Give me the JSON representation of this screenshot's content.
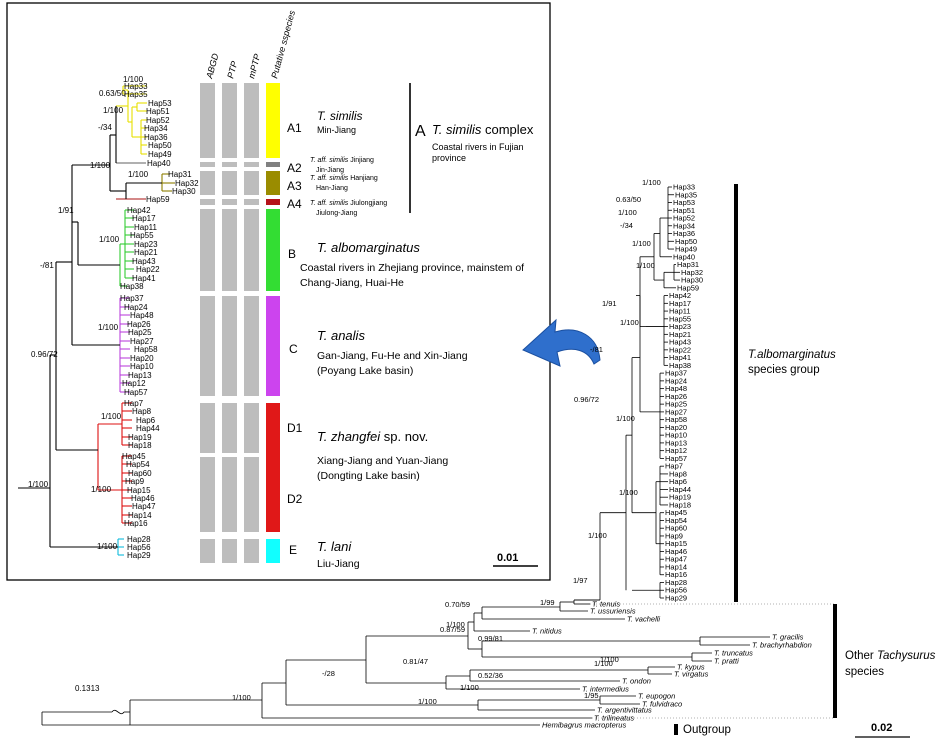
{
  "inset": {
    "columns": [
      "ABGD",
      "PTP",
      "mPTP",
      "Putative sspecies"
    ],
    "blocks": [
      {
        "id": "A1",
        "color": "#ffff00",
        "title": "T. similis",
        "subtitle": "Min-Jiang"
      },
      {
        "id": "A2",
        "color": "#808080",
        "title": "T. aff. similis",
        "title_suffix": "Jinjiang",
        "subtitle": "Jin-Jiang"
      },
      {
        "id": "A3",
        "color": "#9a8c00",
        "title": "T. aff. similis",
        "title_suffix": "Hanjiang",
        "subtitle": "Han-Jiang"
      },
      {
        "id": "A4",
        "color": "#b5121b",
        "title": "T. aff. similis",
        "title_suffix": "Jiulongjiang",
        "subtitle": "Jiulong-Jiang"
      },
      {
        "id": "B",
        "color": "#33dd33",
        "title": "T. albomarginatus",
        "subtitle": "Coastal rivers in Zhejiang province, mainstem of",
        "subtitle2": "Chang-Jiang, Huai-He"
      },
      {
        "id": "C",
        "color": "#cc44ee",
        "title": "T. analis",
        "subtitle": "Gan-Jiang, Fu-He and Xin-Jiang",
        "subtitle2": "(Poyang Lake basin)"
      },
      {
        "id": "D1",
        "color": "#e01818",
        "title": "T. zhangfei",
        "title_suffix": "sp. nov.",
        "subtitle": "Xiang-Jiang and Yuan-Jiang",
        "subtitle2": "(Dongting Lake basin)"
      },
      {
        "id": "D2",
        "color": "#e01818"
      },
      {
        "id": "E",
        "color": "#11ffff",
        "title": "T. lani",
        "subtitle": "Liu-Jiang"
      }
    ],
    "complex": {
      "letter": "A",
      "title": "T. similis",
      "title_suffix": "complex",
      "line1": "Coastal  rivers in Fujian",
      "line2": "province"
    },
    "clades": [
      {
        "color": "#e8e000",
        "labels": [
          "Hap33",
          "Hap35",
          "Hap53",
          "Hap51",
          "Hap52",
          "Hap34",
          "Hap36",
          "Hap50",
          "Hap49"
        ]
      },
      {
        "color": "#606060",
        "labels": [
          "Hap40"
        ]
      },
      {
        "color": "#8c7d00",
        "labels": [
          "Hap31",
          "Hap32",
          "Hap30"
        ]
      },
      {
        "color": "#aa1111",
        "labels": [
          "Hap59"
        ]
      },
      {
        "color": "#33cc33",
        "labels": [
          "Hap42",
          "Hap17",
          "Hap11",
          "Hap55",
          "Hap23",
          "Hap21",
          "Hap43",
          "Hap22",
          "Hap41",
          "Hap38"
        ]
      },
      {
        "color": "#bb44dd",
        "labels": [
          "Hap37",
          "Hap24",
          "Hap48",
          "Hap26",
          "Hap25",
          "Hap27",
          "Hap58",
          "Hap20",
          "Hap10",
          "Hap13",
          "Hap12",
          "Hap57"
        ]
      },
      {
        "color": "#dd1111",
        "labels": [
          "Hap7",
          "Hap8",
          "Hap6",
          "Hap44",
          "Hap19",
          "Hap18",
          "Hap45",
          "Hap54",
          "Hap60",
          "Hap9",
          "Hap15",
          "Hap46",
          "Hap47",
          "Hap14",
          "Hap16"
        ]
      },
      {
        "color": "#11bbdd",
        "labels": [
          "Hap28",
          "Hap56",
          "Hap29"
        ]
      }
    ],
    "supports": [
      "1/100",
      "0.63/50",
      "1/100",
      "-/34",
      "1/100",
      "1/100",
      "1/91",
      "1/100",
      "-/81",
      "1/100",
      "0.96/72",
      "1/100",
      "1/100",
      "1/100",
      "1/100"
    ],
    "scale": "0.01"
  },
  "main": {
    "tips": [
      "Hap33",
      "Hap35",
      "Hap53",
      "Hap51",
      "Hap52",
      "Hap34",
      "Hap36",
      "Hap50",
      "Hap49",
      "Hap40",
      "Hap31",
      "Hap32",
      "Hap30",
      "Hap59",
      "Hap42",
      "Hap17",
      "Hap11",
      "Hap55",
      "Hap23",
      "Hap21",
      "Hap43",
      "Hap22",
      "Hap41",
      "Hap38",
      "Hap37",
      "Hap24",
      "Hap48",
      "Hap26",
      "Hap25",
      "Hap27",
      "Hap58",
      "Hap20",
      "Hap10",
      "Hap13",
      "Hap12",
      "Hap57",
      "Hap7",
      "Hap8",
      "Hap6",
      "Hap44",
      "Hap19",
      "Hap18",
      "Hap45",
      "Hap54",
      "Hap60",
      "Hap9",
      "Hap15",
      "Hap46",
      "Hap47",
      "Hap14",
      "Hap16",
      "Hap28",
      "Hap56",
      "Hap29"
    ],
    "supports": [
      "1/100",
      "0.63/50",
      "1/100",
      "-/34",
      "1/100",
      "1/100",
      "1/91",
      "1/100",
      "-/81",
      "0.96/72",
      "1/100",
      "1/100",
      "1/100",
      "1/97"
    ],
    "group_label": "T.albomarginatus",
    "group_label2": "species group",
    "outgroup_taxa": [
      "T. tenuis",
      "T. ussuriensis",
      "T. vachelli",
      "T. nitidus",
      "T. gracilis",
      "T. brachyrhabdion",
      "T. truncatus",
      "T. pratti",
      "T. kypus",
      "T. virgatus",
      "T. ondon",
      "T. intermedius",
      "T. eupogon",
      "T. fulvidraco",
      "T. argentivittatus",
      "T. trilineatus",
      "Hemibagrus macropterus"
    ],
    "outgroup_supports": [
      "1/99",
      "0.70/59",
      "1/100",
      "0.99/81",
      "1/100",
      "0.87/59",
      "1/100",
      "0.81/47",
      "0.52/36",
      "1/100",
      "1/95",
      "1/100",
      "-/28",
      "1/100"
    ],
    "other_label": "Other",
    "other_label_genus": "Tachysurus",
    "other_label2": "species",
    "outgroup_label": "Outgroup",
    "scale": "0.02",
    "root_branch": "0.1313"
  }
}
